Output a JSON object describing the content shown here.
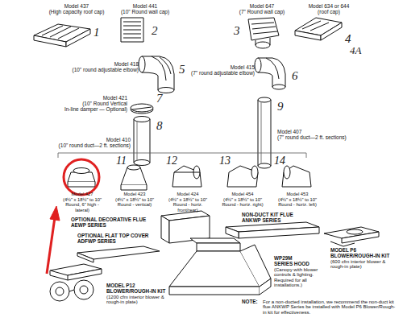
{
  "diagram": {
    "labels": [
      "Model 437",
      "(High capacity roof cap)",
      "1",
      "Model 441",
      "(10\" Round wall cap)",
      "2",
      "3",
      "Model 647",
      "(7\" Round wall cap)",
      "Model 634 or 644",
      "(roof cap)",
      "4",
      "4A",
      "Model 418",
      "(10\" round adjustable elbow)",
      "5",
      "Model 415",
      "(7\" round adjustable elbow)",
      "6",
      "Model 421",
      "(10\" Round Vertical",
      "In-line damper — Optional)",
      "7",
      "Model 410",
      "(10\" round duct—2 ft. sections)",
      "8",
      "Model 407",
      "(7\" round duct—2 ft. sections)",
      "9",
      "11",
      "12",
      "13",
      "14",
      "Model 427",
      "(4½\" x 18½\" to 10\" Round, 6\" high - lateral)",
      "Model 423",
      "(4½\" x 18½\" to 10\" Round - vertical)",
      "Model 424",
      "(4½\" x 18½\" to 10\" Round - horiz. front/rear)",
      "Model 454",
      "(4½\" x 18½\" to 10\" Round - horiz. right)",
      "Model 453",
      "(4½\" x 18½\" to 10\" Round - horiz. left)",
      "OPTIONAL DECORATIVE FLUE",
      "AEWP SERIES",
      "OPTIONAL FLAT TOP COVER",
      "ADFWP SERIES",
      "NON-DUCT KIT FLUE",
      "ANKWP SERIES",
      "WP29M",
      "SERIES HOOD",
      "(Canopy with blower controls & lighting. Required for all installations.)",
      "MODEL P6",
      "BLOWER/ROUGH-IN KIT",
      "(600 cfm interior blower & rough-in plate)",
      "MODEL P12",
      "BLOWER/ROUGH-IN KIT",
      "(1200 cfm interior blower & rough-in plate)",
      "NOTE:",
      "For a non-ducted installation, we recommend the non-duct kit flue ANKWP Series be installed with Model P6 Blower/Rough-in kit for effectiveness."
    ]
  }
}
